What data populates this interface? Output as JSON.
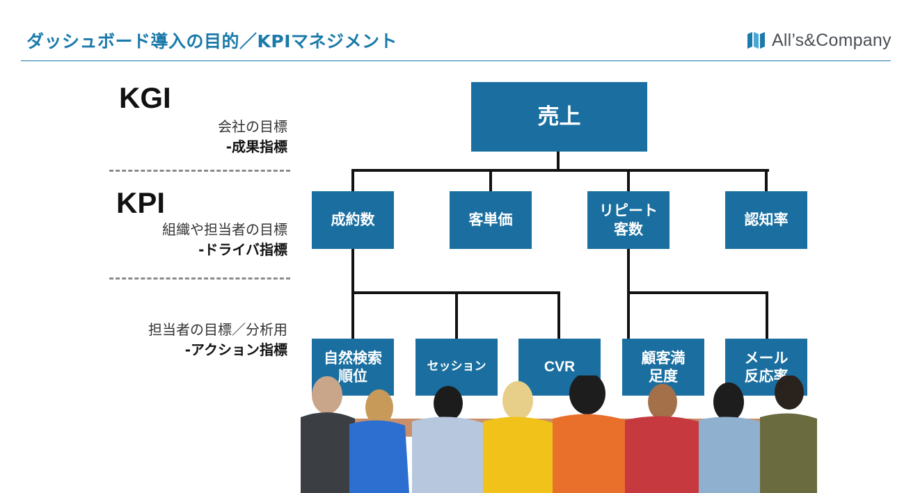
{
  "header": {
    "title": "ダッシュボード導入の目的／KPIマネジメント",
    "logo_text": "All’s&Company",
    "logo_icon": "stacked-blocks-icon"
  },
  "levels": {
    "kgi": {
      "heading": "KGI",
      "desc": "会社の目標",
      "sub": "-成果指標"
    },
    "kpi": {
      "heading": "KPI",
      "desc": "組織や担当者の目標",
      "sub": "-ドライバ指標"
    },
    "action": {
      "desc": "担当者の目標／分析用",
      "sub": "-アクション指標"
    }
  },
  "tree": {
    "root": "売上",
    "level2": [
      "成約数",
      "客単価",
      "リピート客数",
      "認知率"
    ],
    "level3": [
      "自然検索順位",
      "セッション",
      "CVR",
      "顧客満足度",
      "メール反応率"
    ]
  },
  "photo": {
    "description_icon": "team-embrace-photo"
  },
  "colors": {
    "accent": "#1a7aaa",
    "box": "#1a6fa0",
    "line": "#111111",
    "dash": "#8a8a8a"
  }
}
